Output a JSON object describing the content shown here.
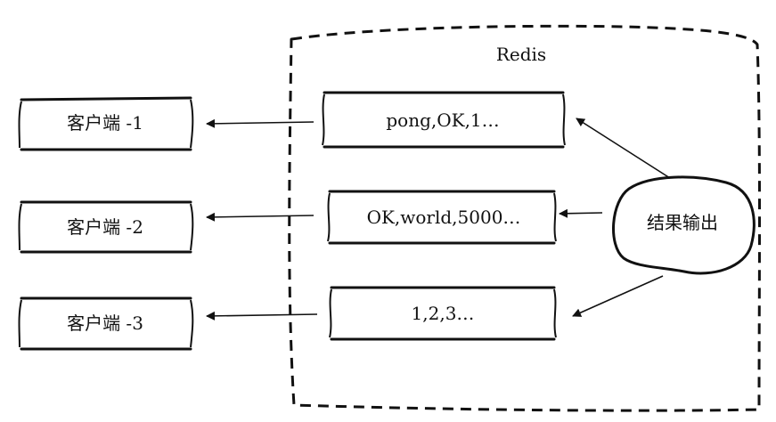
{
  "redis_box": {
    "title": "Redis"
  },
  "clients": [
    {
      "label": "客户端 -1"
    },
    {
      "label": "客户端 -2"
    },
    {
      "label": "客户端 -3"
    }
  ],
  "output_buffers": [
    {
      "content": "pong,OK,1…"
    },
    {
      "content": "OK,world,5000…"
    },
    {
      "content": "1,2,3…"
    }
  ],
  "result_output": {
    "label": "结果输出"
  },
  "colors": {
    "stroke": "#111111",
    "background": "#ffffff"
  }
}
